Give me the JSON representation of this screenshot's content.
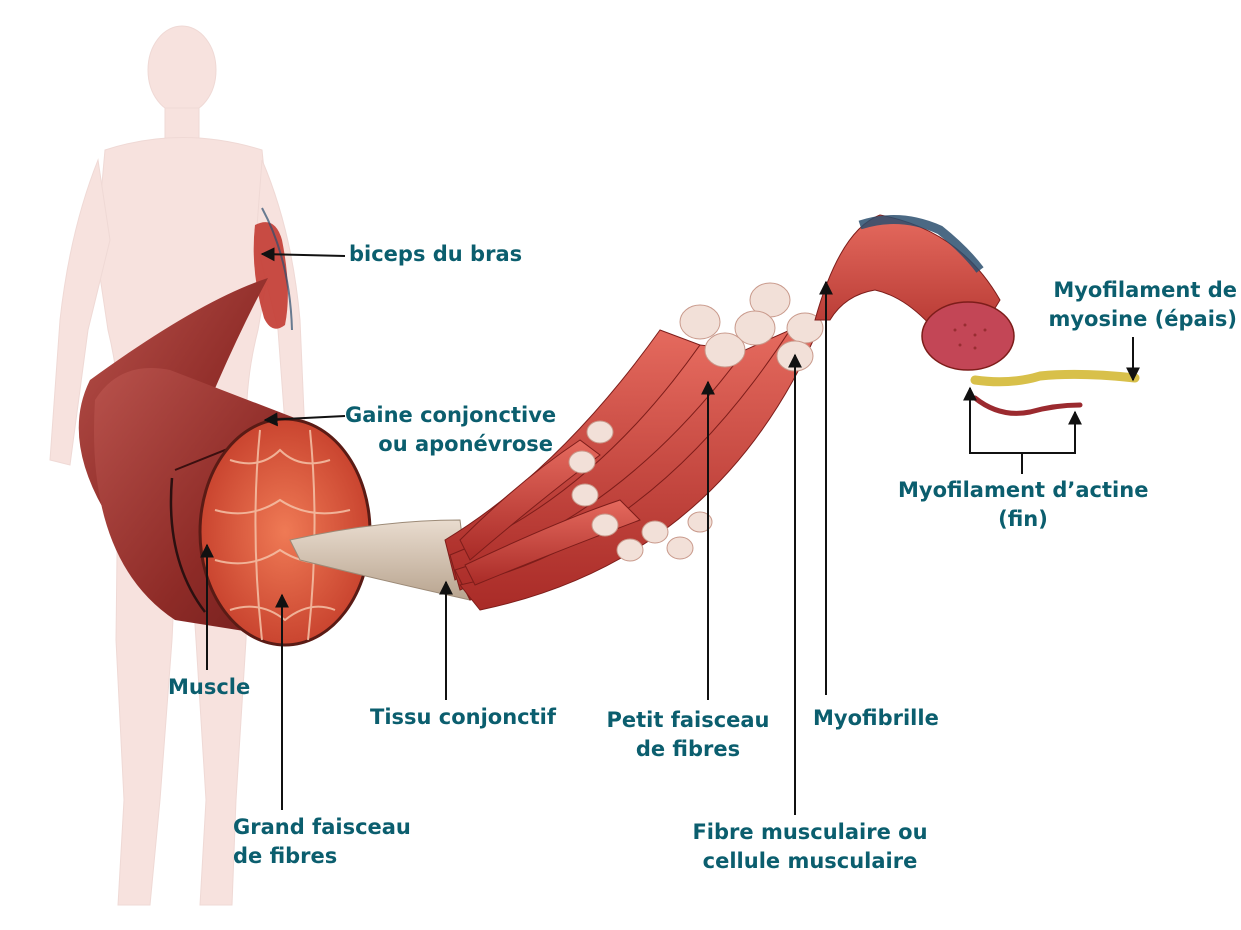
{
  "colors": {
    "label": "#0b5e6e",
    "pointer": "#111111",
    "muscle": "#c5423a",
    "muscle_dark": "#8e2320",
    "tendon": "#d8c7b4",
    "fiber_end": "#f2e0d8",
    "vessel": "#2b4f6f",
    "myosin": "#d8c04a",
    "actin": "#9b2a2f"
  },
  "labels": {
    "biceps": "biceps du bras",
    "gaine_line1": "Gaine conjonctive",
    "gaine_line2": "ou aponévrose",
    "muscle": "Muscle",
    "grand_line1": "Grand faisceau",
    "grand_line2": "de fibres",
    "tissu": "Tissu conjonctif",
    "petit_line1": "Petit faisceau",
    "petit_line2": "de fibres",
    "fibre_line1": "Fibre musculaire ou",
    "fibre_line2": "cellule musculaire",
    "myofibrille": "Myofibrille",
    "myosine_line1": "Myofilament de",
    "myosine_line2": "myosine (épais)",
    "actine_line1": "Myofilament d’actine",
    "actine_line2": "(fin)"
  }
}
